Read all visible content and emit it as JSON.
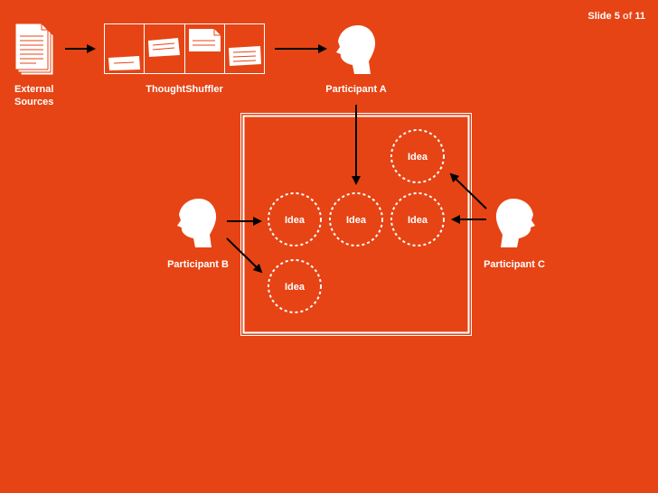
{
  "slide_indicator": {
    "prefix": "Slide",
    "current": "5",
    "separator": "of",
    "total": "11"
  },
  "labels": {
    "external_sources_line1": "External",
    "external_sources_line2": "Sources",
    "thought_shuffler": "ThoughtShuffler",
    "participant_a": "Participant A",
    "participant_b": "Participant B",
    "participant_c": "Participant C"
  },
  "ideas": [
    "Idea",
    "Idea",
    "Idea",
    "Idea",
    "Idea"
  ],
  "colors": {
    "background": "#e64415",
    "foreground": "#ffffff",
    "arrow": "#000000"
  },
  "icons": {
    "documents": "document-stack-icon",
    "participant": "head-silhouette-icon",
    "shuffler_cards": "paper-card-icon"
  }
}
